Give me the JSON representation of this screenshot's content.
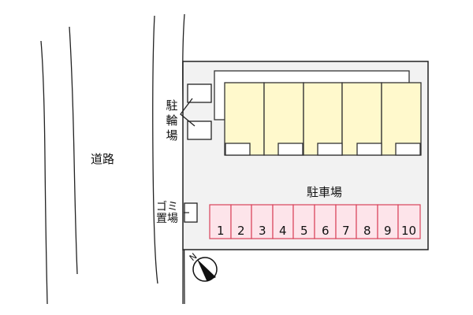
{
  "labels": {
    "road": "道路",
    "bicycle_parking": "駐輪場",
    "garbage": "ゴミ置場",
    "garbage_line1": "ゴミ",
    "garbage_line2": "置場",
    "parking": "駐車場",
    "north": "N"
  },
  "parking_stalls": [
    "1",
    "2",
    "3",
    "4",
    "5",
    "6",
    "7",
    "8",
    "9",
    "10"
  ],
  "building_units": 5,
  "colors": {
    "lot_fill": "#f2f2f2",
    "unit_fill": "#fff9cc",
    "stall_fill": "#fde4ea",
    "stall_stroke": "#d9435a",
    "line": "#222222"
  }
}
